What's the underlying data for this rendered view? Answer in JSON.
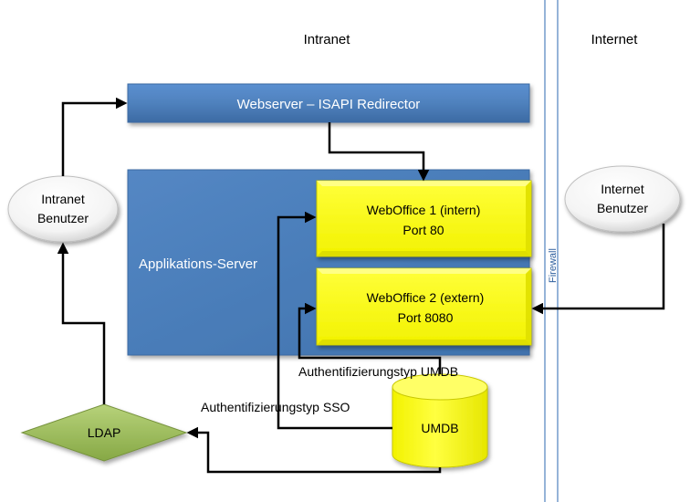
{
  "zones": {
    "intranet": "Intranet",
    "internet": "Internet",
    "firewall": "Firewall"
  },
  "webserver": {
    "label": "Webserver – ISAPI Redirector"
  },
  "app_server": {
    "label": "Applikations-Server"
  },
  "weboffice1": {
    "line1": "WebOffice 1 (intern)",
    "line2": "Port 80"
  },
  "weboffice2": {
    "line1": "WebOffice 2 (extern)",
    "line2": "Port 8080"
  },
  "intranet_user": {
    "line1": "Intranet",
    "line2": "Benutzer"
  },
  "internet_user": {
    "line1": "Internet",
    "line2": "Benutzer"
  },
  "ldap": {
    "label": "LDAP"
  },
  "umdb": {
    "label": "UMDB"
  },
  "auth_umdb": {
    "label": "Authentifizierungstyp UMDB"
  },
  "auth_sso": {
    "label": "Authentifizierungstyp SSO"
  },
  "colors": {
    "blue_box": "#4f81bd",
    "yellow_box": "#ffff00",
    "ldap_green": "#9bbb59",
    "firewall_line": "#4f81bd",
    "arrow": "#000000"
  }
}
